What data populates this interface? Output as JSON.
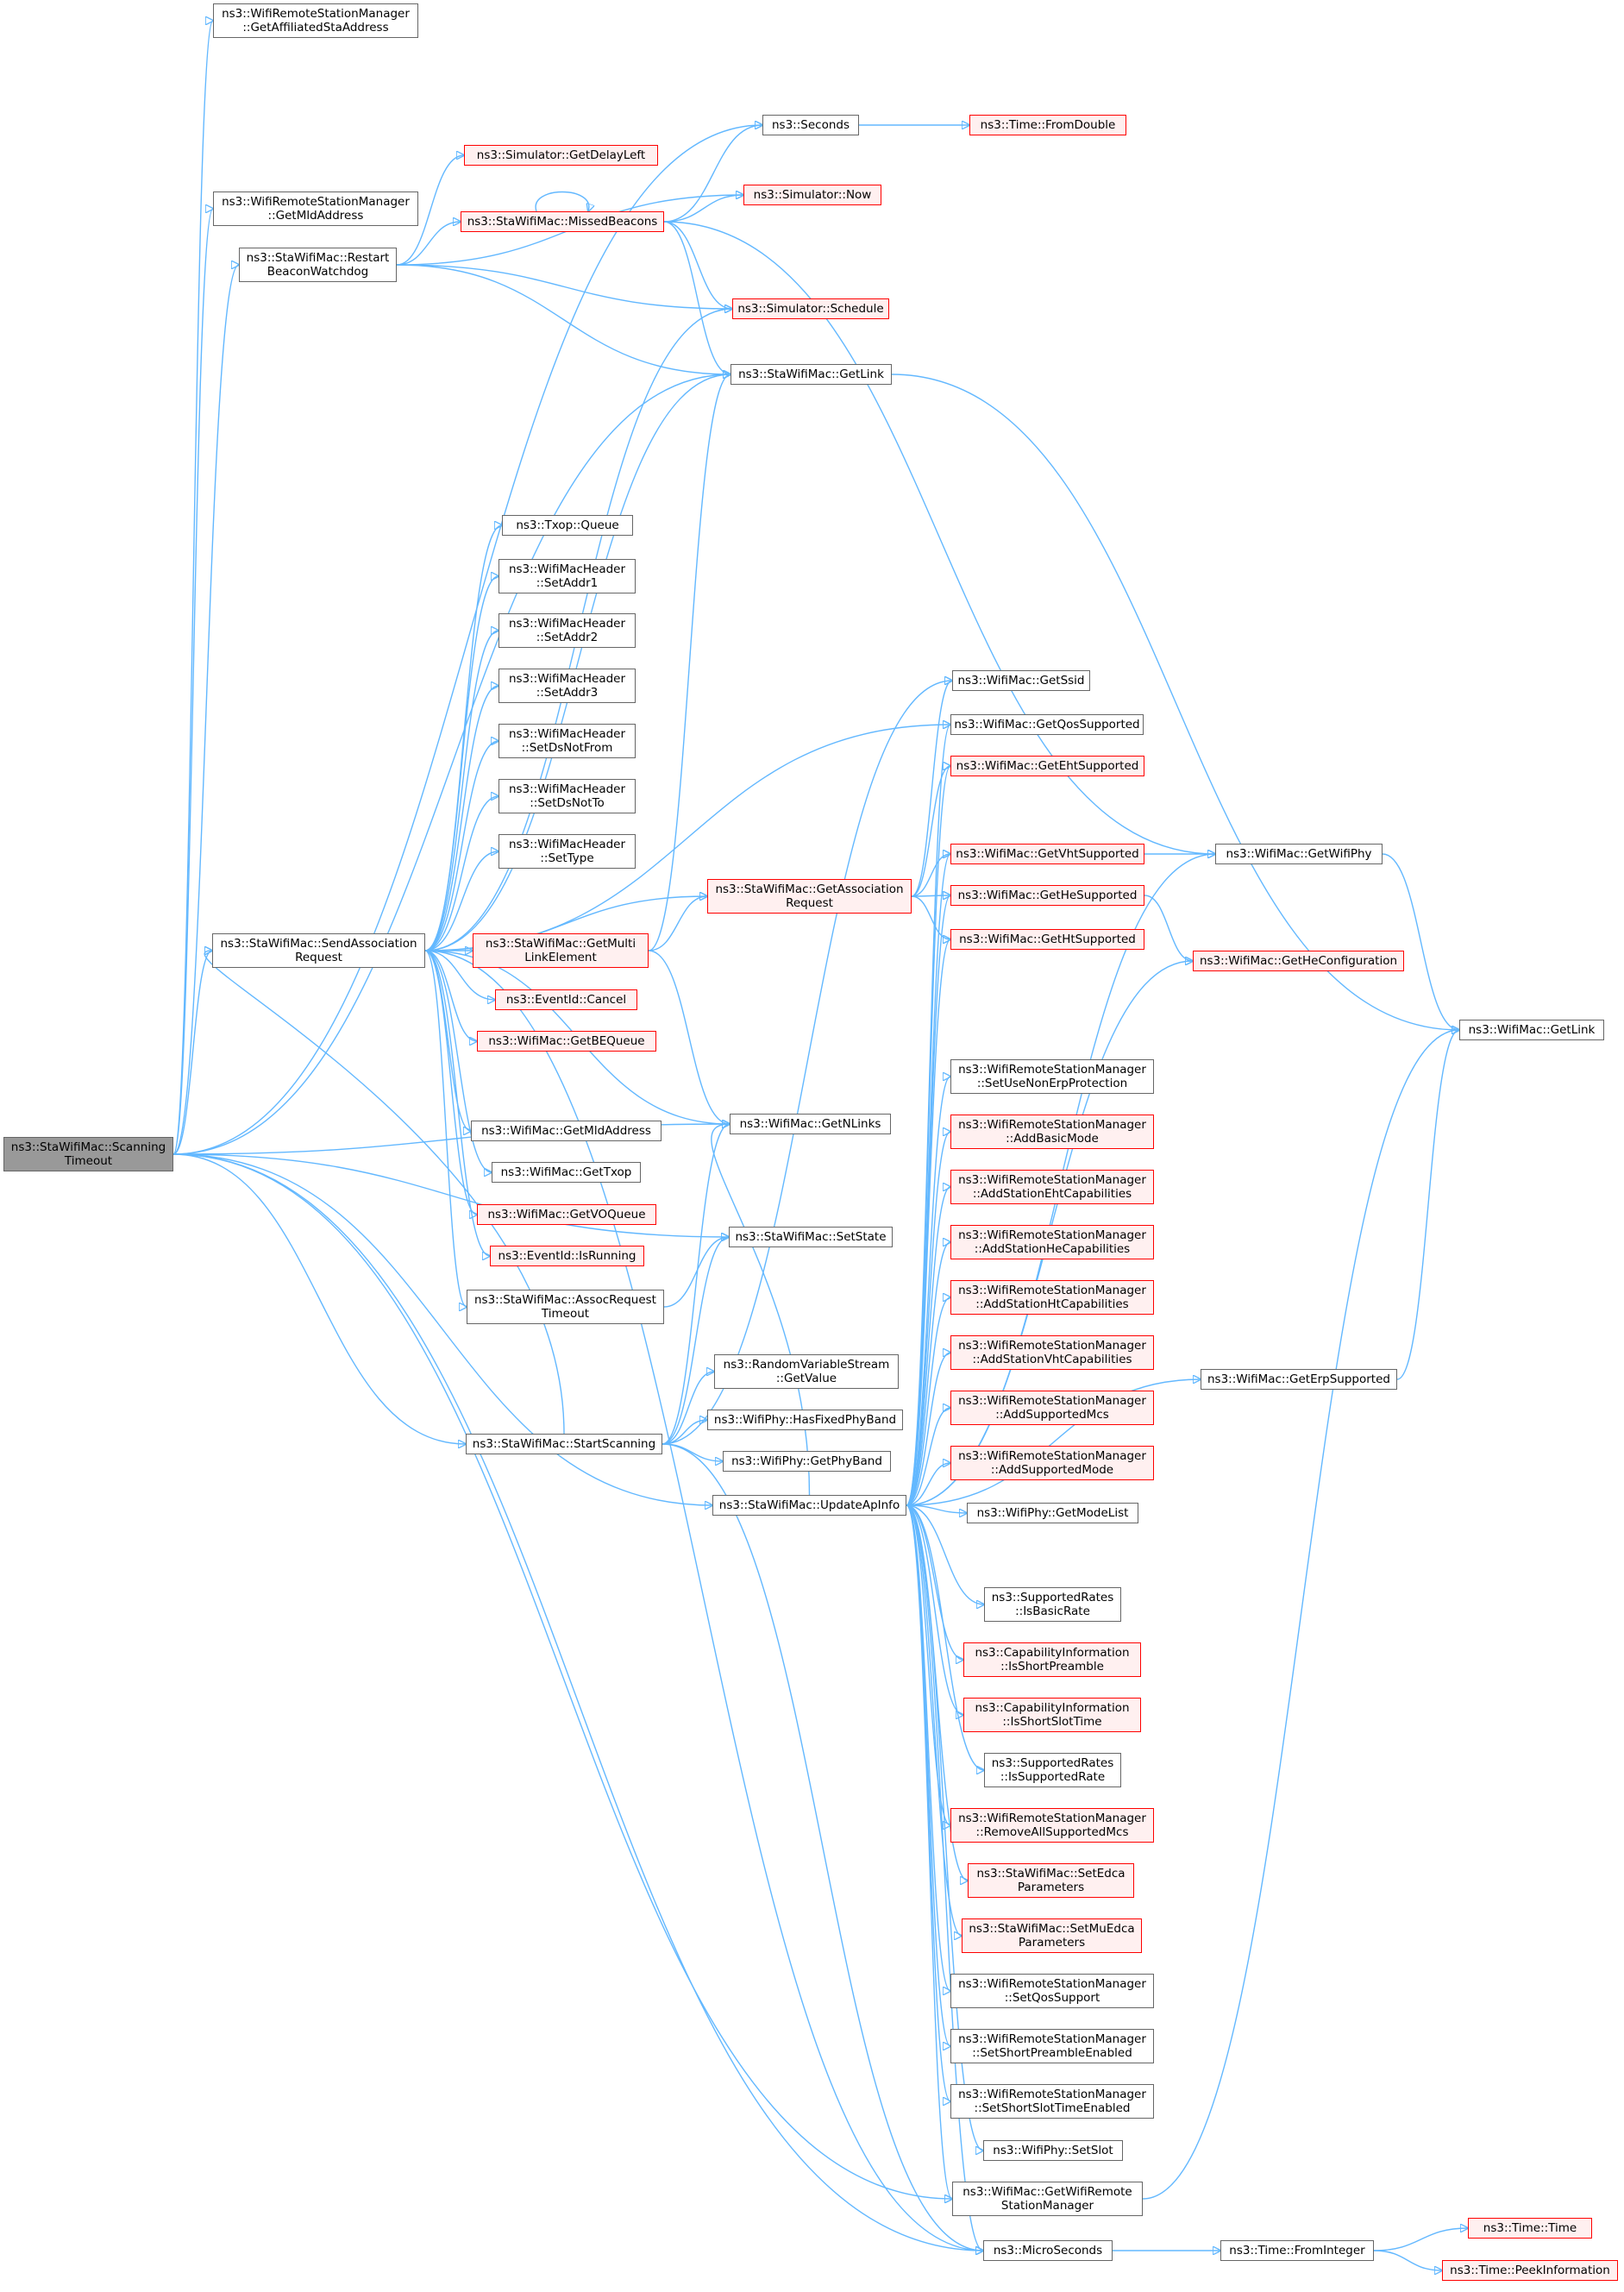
{
  "colors": {
    "edge": "#63b8ff",
    "box_border": "#666666",
    "box_border_red": "#ff0000",
    "box_fill_red": "#fff0f0",
    "root_fill": "#999999"
  },
  "nodes": {
    "scanning_timeout": {
      "lines": [
        "ns3::StaWifiMac::Scanning",
        "Timeout"
      ],
      "style": "root"
    },
    "get_affiliated_sta_address": {
      "lines": [
        "ns3::WifiRemoteStationManager",
        "::GetAffiliatedStaAddress"
      ],
      "style": "normal"
    },
    "get_mld_address_mgr": {
      "lines": [
        "ns3::WifiRemoteStationManager",
        "::GetMldAddress"
      ],
      "style": "normal"
    },
    "restart_beacon_watchdog": {
      "lines": [
        "ns3::StaWifiMac::Restart",
        "BeaconWatchdog"
      ],
      "style": "normal"
    },
    "send_association_request": {
      "lines": [
        "ns3::StaWifiMac::SendAssociation",
        "Request"
      ],
      "style": "normal"
    },
    "start_scanning": {
      "lines": [
        "ns3::StaWifiMac::StartScanning"
      ],
      "style": "normal"
    },
    "update_ap_info": {
      "lines": [
        "ns3::StaWifiMac::UpdateApInfo"
      ],
      "style": "normal"
    },
    "seconds": {
      "lines": [
        "ns3::Seconds"
      ],
      "style": "normal"
    },
    "time_from_double": {
      "lines": [
        "ns3::Time::FromDouble"
      ],
      "style": "red"
    },
    "get_delay_left": {
      "lines": [
        "ns3::Simulator::GetDelayLeft"
      ],
      "style": "red"
    },
    "simulator_now": {
      "lines": [
        "ns3::Simulator::Now"
      ],
      "style": "red"
    },
    "missed_beacons": {
      "lines": [
        "ns3::StaWifiMac::MissedBeacons"
      ],
      "style": "red"
    },
    "simulator_schedule": {
      "lines": [
        "ns3::Simulator::Schedule"
      ],
      "style": "red"
    },
    "sta_get_link": {
      "lines": [
        "ns3::StaWifiMac::GetLink"
      ],
      "style": "normal"
    },
    "txop_queue": {
      "lines": [
        "ns3::Txop::Queue"
      ],
      "style": "normal"
    },
    "set_addr1": {
      "lines": [
        "ns3::WifiMacHeader",
        "::SetAddr1"
      ],
      "style": "normal"
    },
    "set_addr2": {
      "lines": [
        "ns3::WifiMacHeader",
        "::SetAddr2"
      ],
      "style": "normal"
    },
    "set_addr3": {
      "lines": [
        "ns3::WifiMacHeader",
        "::SetAddr3"
      ],
      "style": "normal"
    },
    "set_ds_not_from": {
      "lines": [
        "ns3::WifiMacHeader",
        "::SetDsNotFrom"
      ],
      "style": "normal"
    },
    "set_ds_not_to": {
      "lines": [
        "ns3::WifiMacHeader",
        "::SetDsNotTo"
      ],
      "style": "normal"
    },
    "set_type": {
      "lines": [
        "ns3::WifiMacHeader",
        "::SetType"
      ],
      "style": "normal"
    },
    "get_association_request": {
      "lines": [
        "ns3::StaWifiMac::GetAssociation",
        "Request"
      ],
      "style": "red"
    },
    "get_multi_link_element": {
      "lines": [
        "ns3::StaWifiMac::GetMulti",
        "LinkElement"
      ],
      "style": "red"
    },
    "eventid_cancel": {
      "lines": [
        "ns3::EventId::Cancel"
      ],
      "style": "red"
    },
    "get_be_queue": {
      "lines": [
        "ns3::WifiMac::GetBEQueue"
      ],
      "style": "red"
    },
    "wifimac_get_mld_address": {
      "lines": [
        "ns3::WifiMac::GetMldAddress"
      ],
      "style": "normal"
    },
    "get_txop": {
      "lines": [
        "ns3::WifiMac::GetTxop"
      ],
      "style": "normal"
    },
    "get_vo_queue": {
      "lines": [
        "ns3::WifiMac::GetVOQueue"
      ],
      "style": "red"
    },
    "eventid_is_running": {
      "lines": [
        "ns3::EventId::IsRunning"
      ],
      "style": "red"
    },
    "assoc_request_timeout": {
      "lines": [
        "ns3::StaWifiMac::AssocRequest",
        "Timeout"
      ],
      "style": "normal"
    },
    "get_ssid": {
      "lines": [
        "ns3::WifiMac::GetSsid"
      ],
      "style": "normal"
    },
    "get_qos_supported": {
      "lines": [
        "ns3::WifiMac::GetQosSupported"
      ],
      "style": "normal"
    },
    "get_eht_supported": {
      "lines": [
        "ns3::WifiMac::GetEhtSupported"
      ],
      "style": "red"
    },
    "get_vht_supported": {
      "lines": [
        "ns3::WifiMac::GetVhtSupported"
      ],
      "style": "red"
    },
    "get_he_supported": {
      "lines": [
        "ns3::WifiMac::GetHeSupported"
      ],
      "style": "red"
    },
    "get_ht_supported": {
      "lines": [
        "ns3::WifiMac::GetHtSupported"
      ],
      "style": "red"
    },
    "get_wifi_phy": {
      "lines": [
        "ns3::WifiMac::GetWifiPhy"
      ],
      "style": "normal"
    },
    "get_he_configuration": {
      "lines": [
        "ns3::WifiMac::GetHeConfiguration"
      ],
      "style": "red"
    },
    "wifimac_get_link": {
      "lines": [
        "ns3::WifiMac::GetLink"
      ],
      "style": "normal"
    },
    "get_n_links": {
      "lines": [
        "ns3::WifiMac::GetNLinks"
      ],
      "style": "normal"
    },
    "set_use_non_erp_protection": {
      "lines": [
        "ns3::WifiRemoteStationManager",
        "::SetUseNonErpProtection"
      ],
      "style": "normal"
    },
    "add_basic_mode": {
      "lines": [
        "ns3::WifiRemoteStationManager",
        "::AddBasicMode"
      ],
      "style": "red"
    },
    "add_station_eht_capabilities": {
      "lines": [
        "ns3::WifiRemoteStationManager",
        "::AddStationEhtCapabilities"
      ],
      "style": "red"
    },
    "add_station_he_capabilities": {
      "lines": [
        "ns3::WifiRemoteStationManager",
        "::AddStationHeCapabilities"
      ],
      "style": "red"
    },
    "add_station_ht_capabilities": {
      "lines": [
        "ns3::WifiRemoteStationManager",
        "::AddStationHtCapabilities"
      ],
      "style": "red"
    },
    "add_station_vht_capabilities": {
      "lines": [
        "ns3::WifiRemoteStationManager",
        "::AddStationVhtCapabilities"
      ],
      "style": "red"
    },
    "add_supported_mcs": {
      "lines": [
        "ns3::WifiRemoteStationManager",
        "::AddSupportedMcs"
      ],
      "style": "red"
    },
    "add_supported_mode": {
      "lines": [
        "ns3::WifiRemoteStationManager",
        "::AddSupportedMode"
      ],
      "style": "red"
    },
    "set_state": {
      "lines": [
        "ns3::StaWifiMac::SetState"
      ],
      "style": "normal"
    },
    "random_get_value": {
      "lines": [
        "ns3::RandomVariableStream",
        "::GetValue"
      ],
      "style": "normal"
    },
    "has_fixed_phy_band": {
      "lines": [
        "ns3::WifiPhy::HasFixedPhyBand"
      ],
      "style": "normal"
    },
    "get_phy_band": {
      "lines": [
        "ns3::WifiPhy::GetPhyBand"
      ],
      "style": "normal"
    },
    "get_mode_list": {
      "lines": [
        "ns3::WifiPhy::GetModeList"
      ],
      "style": "normal"
    },
    "get_erp_supported": {
      "lines": [
        "ns3::WifiMac::GetErpSupported"
      ],
      "style": "normal"
    },
    "is_basic_rate": {
      "lines": [
        "ns3::SupportedRates",
        "::IsBasicRate"
      ],
      "style": "normal"
    },
    "is_short_preamble": {
      "lines": [
        "ns3::CapabilityInformation",
        "::IsShortPreamble"
      ],
      "style": "red"
    },
    "is_short_slot_time": {
      "lines": [
        "ns3::CapabilityInformation",
        "::IsShortSlotTime"
      ],
      "style": "red"
    },
    "is_supported_rate": {
      "lines": [
        "ns3::SupportedRates",
        "::IsSupportedRate"
      ],
      "style": "normal"
    },
    "remove_all_supported_mcs": {
      "lines": [
        "ns3::WifiRemoteStationManager",
        "::RemoveAllSupportedMcs"
      ],
      "style": "red"
    },
    "set_edca_parameters": {
      "lines": [
        "ns3::StaWifiMac::SetEdca",
        "Parameters"
      ],
      "style": "red"
    },
    "set_mu_edca_parameters": {
      "lines": [
        "ns3::StaWifiMac::SetMuEdca",
        "Parameters"
      ],
      "style": "red"
    },
    "set_qos_support": {
      "lines": [
        "ns3::WifiRemoteStationManager",
        "::SetQosSupport"
      ],
      "style": "normal"
    },
    "set_short_preamble_enabled": {
      "lines": [
        "ns3::WifiRemoteStationManager",
        "::SetShortPreambleEnabled"
      ],
      "style": "normal"
    },
    "set_short_slot_time_enabled": {
      "lines": [
        "ns3::WifiRemoteStationManager",
        "::SetShortSlotTimeEnabled"
      ],
      "style": "normal"
    },
    "set_slot": {
      "lines": [
        "ns3::WifiPhy::SetSlot"
      ],
      "style": "normal"
    },
    "get_wifi_remote_station_manager": {
      "lines": [
        "ns3::WifiMac::GetWifiRemote",
        "StationManager"
      ],
      "style": "normal"
    },
    "micro_seconds": {
      "lines": [
        "ns3::MicroSeconds"
      ],
      "style": "normal"
    },
    "time_from_integer": {
      "lines": [
        "ns3::Time::FromInteger"
      ],
      "style": "normal"
    },
    "time_time": {
      "lines": [
        "ns3::Time::Time"
      ],
      "style": "red"
    },
    "time_peek_information": {
      "lines": [
        "ns3::Time::PeekInformation"
      ],
      "style": "red"
    }
  },
  "edges": [
    [
      "scanning_timeout",
      "get_affiliated_sta_address"
    ],
    [
      "scanning_timeout",
      "get_mld_address_mgr"
    ],
    [
      "scanning_timeout",
      "restart_beacon_watchdog"
    ],
    [
      "scanning_timeout",
      "seconds"
    ],
    [
      "scanning_timeout",
      "send_association_request"
    ],
    [
      "scanning_timeout",
      "start_scanning"
    ],
    [
      "scanning_timeout",
      "update_ap_info"
    ],
    [
      "scanning_timeout",
      "sta_get_link"
    ],
    [
      "scanning_timeout",
      "set_state"
    ],
    [
      "scanning_timeout",
      "get_n_links"
    ],
    [
      "scanning_timeout",
      "get_wifi_remote_station_manager"
    ],
    [
      "scanning_timeout",
      "micro_seconds"
    ],
    [
      "restart_beacon_watchdog",
      "get_delay_left"
    ],
    [
      "restart_beacon_watchdog",
      "simulator_now"
    ],
    [
      "restart_beacon_watchdog",
      "missed_beacons"
    ],
    [
      "restart_beacon_watchdog",
      "simulator_schedule"
    ],
    [
      "restart_beacon_watchdog",
      "sta_get_link"
    ],
    [
      "seconds",
      "time_from_double"
    ],
    [
      "missed_beacons",
      "seconds"
    ],
    [
      "missed_beacons",
      "simulator_now"
    ],
    [
      "missed_beacons",
      "simulator_schedule"
    ],
    [
      "missed_beacons",
      "sta_get_link"
    ],
    [
      "missed_beacons",
      "get_wifi_phy"
    ],
    [
      "missed_beacons",
      "missed_beacons"
    ],
    [
      "sta_get_link",
      "wifimac_get_link"
    ],
    [
      "send_association_request",
      "simulator_schedule"
    ],
    [
      "send_association_request",
      "sta_get_link"
    ],
    [
      "send_association_request",
      "get_qos_supported"
    ],
    [
      "send_association_request",
      "txop_queue"
    ],
    [
      "send_association_request",
      "set_addr1"
    ],
    [
      "send_association_request",
      "set_addr2"
    ],
    [
      "send_association_request",
      "set_addr3"
    ],
    [
      "send_association_request",
      "set_ds_not_from"
    ],
    [
      "send_association_request",
      "set_ds_not_to"
    ],
    [
      "send_association_request",
      "set_type"
    ],
    [
      "send_association_request",
      "get_association_request"
    ],
    [
      "send_association_request",
      "get_multi_link_element"
    ],
    [
      "send_association_request",
      "eventid_cancel"
    ],
    [
      "send_association_request",
      "get_be_queue"
    ],
    [
      "send_association_request",
      "wifimac_get_mld_address"
    ],
    [
      "send_association_request",
      "get_txop"
    ],
    [
      "send_association_request",
      "get_vo_queue"
    ],
    [
      "send_association_request",
      "eventid_is_running"
    ],
    [
      "send_association_request",
      "assoc_request_timeout"
    ],
    [
      "send_association_request",
      "get_n_links"
    ],
    [
      "send_association_request",
      "micro_seconds"
    ],
    [
      "get_multi_link_element",
      "sta_get_link"
    ],
    [
      "get_multi_link_element",
      "get_association_request"
    ],
    [
      "get_multi_link_element",
      "get_n_links"
    ],
    [
      "get_association_request",
      "get_ssid"
    ],
    [
      "get_association_request",
      "get_eht_supported"
    ],
    [
      "get_association_request",
      "get_vht_supported"
    ],
    [
      "get_association_request",
      "get_he_supported"
    ],
    [
      "get_association_request",
      "get_ht_supported"
    ],
    [
      "get_vht_supported",
      "get_wifi_phy"
    ],
    [
      "get_he_supported",
      "get_he_configuration"
    ],
    [
      "get_wifi_phy",
      "wifimac_get_link"
    ],
    [
      "get_erp_supported",
      "wifimac_get_link"
    ],
    [
      "get_wifi_remote_station_manager",
      "wifimac_get_link"
    ],
    [
      "assoc_request_timeout",
      "set_state"
    ],
    [
      "start_scanning",
      "get_ssid"
    ],
    [
      "start_scanning",
      "set_state"
    ],
    [
      "start_scanning",
      "get_n_links"
    ],
    [
      "start_scanning",
      "random_get_value"
    ],
    [
      "start_scanning",
      "has_fixed_phy_band"
    ],
    [
      "start_scanning",
      "get_phy_band"
    ],
    [
      "start_scanning",
      "micro_seconds"
    ],
    [
      "start_scanning",
      "send_association_request"
    ],
    [
      "update_ap_info",
      "get_qos_supported"
    ],
    [
      "update_ap_info",
      "get_eht_supported"
    ],
    [
      "update_ap_info",
      "get_vht_supported"
    ],
    [
      "update_ap_info",
      "get_he_supported"
    ],
    [
      "update_ap_info",
      "get_ht_supported"
    ],
    [
      "update_ap_info",
      "get_wifi_phy"
    ],
    [
      "update_ap_info",
      "get_he_configuration"
    ],
    [
      "update_ap_info",
      "get_n_links"
    ],
    [
      "update_ap_info",
      "set_use_non_erp_protection"
    ],
    [
      "update_ap_info",
      "add_basic_mode"
    ],
    [
      "update_ap_info",
      "add_station_eht_capabilities"
    ],
    [
      "update_ap_info",
      "add_station_he_capabilities"
    ],
    [
      "update_ap_info",
      "add_station_ht_capabilities"
    ],
    [
      "update_ap_info",
      "add_station_vht_capabilities"
    ],
    [
      "update_ap_info",
      "add_supported_mcs"
    ],
    [
      "update_ap_info",
      "add_supported_mode"
    ],
    [
      "update_ap_info",
      "get_mode_list"
    ],
    [
      "update_ap_info",
      "get_erp_supported"
    ],
    [
      "update_ap_info",
      "is_basic_rate"
    ],
    [
      "update_ap_info",
      "is_short_preamble"
    ],
    [
      "update_ap_info",
      "is_short_slot_time"
    ],
    [
      "update_ap_info",
      "is_supported_rate"
    ],
    [
      "update_ap_info",
      "remove_all_supported_mcs"
    ],
    [
      "update_ap_info",
      "set_edca_parameters"
    ],
    [
      "update_ap_info",
      "set_mu_edca_parameters"
    ],
    [
      "update_ap_info",
      "set_qos_support"
    ],
    [
      "update_ap_info",
      "set_short_preamble_enabled"
    ],
    [
      "update_ap_info",
      "set_short_slot_time_enabled"
    ],
    [
      "update_ap_info",
      "set_slot"
    ],
    [
      "update_ap_info",
      "get_wifi_remote_station_manager"
    ],
    [
      "update_ap_info",
      "micro_seconds"
    ],
    [
      "micro_seconds",
      "time_from_integer"
    ],
    [
      "time_from_integer",
      "time_time"
    ],
    [
      "time_from_integer",
      "time_peek_information"
    ]
  ]
}
